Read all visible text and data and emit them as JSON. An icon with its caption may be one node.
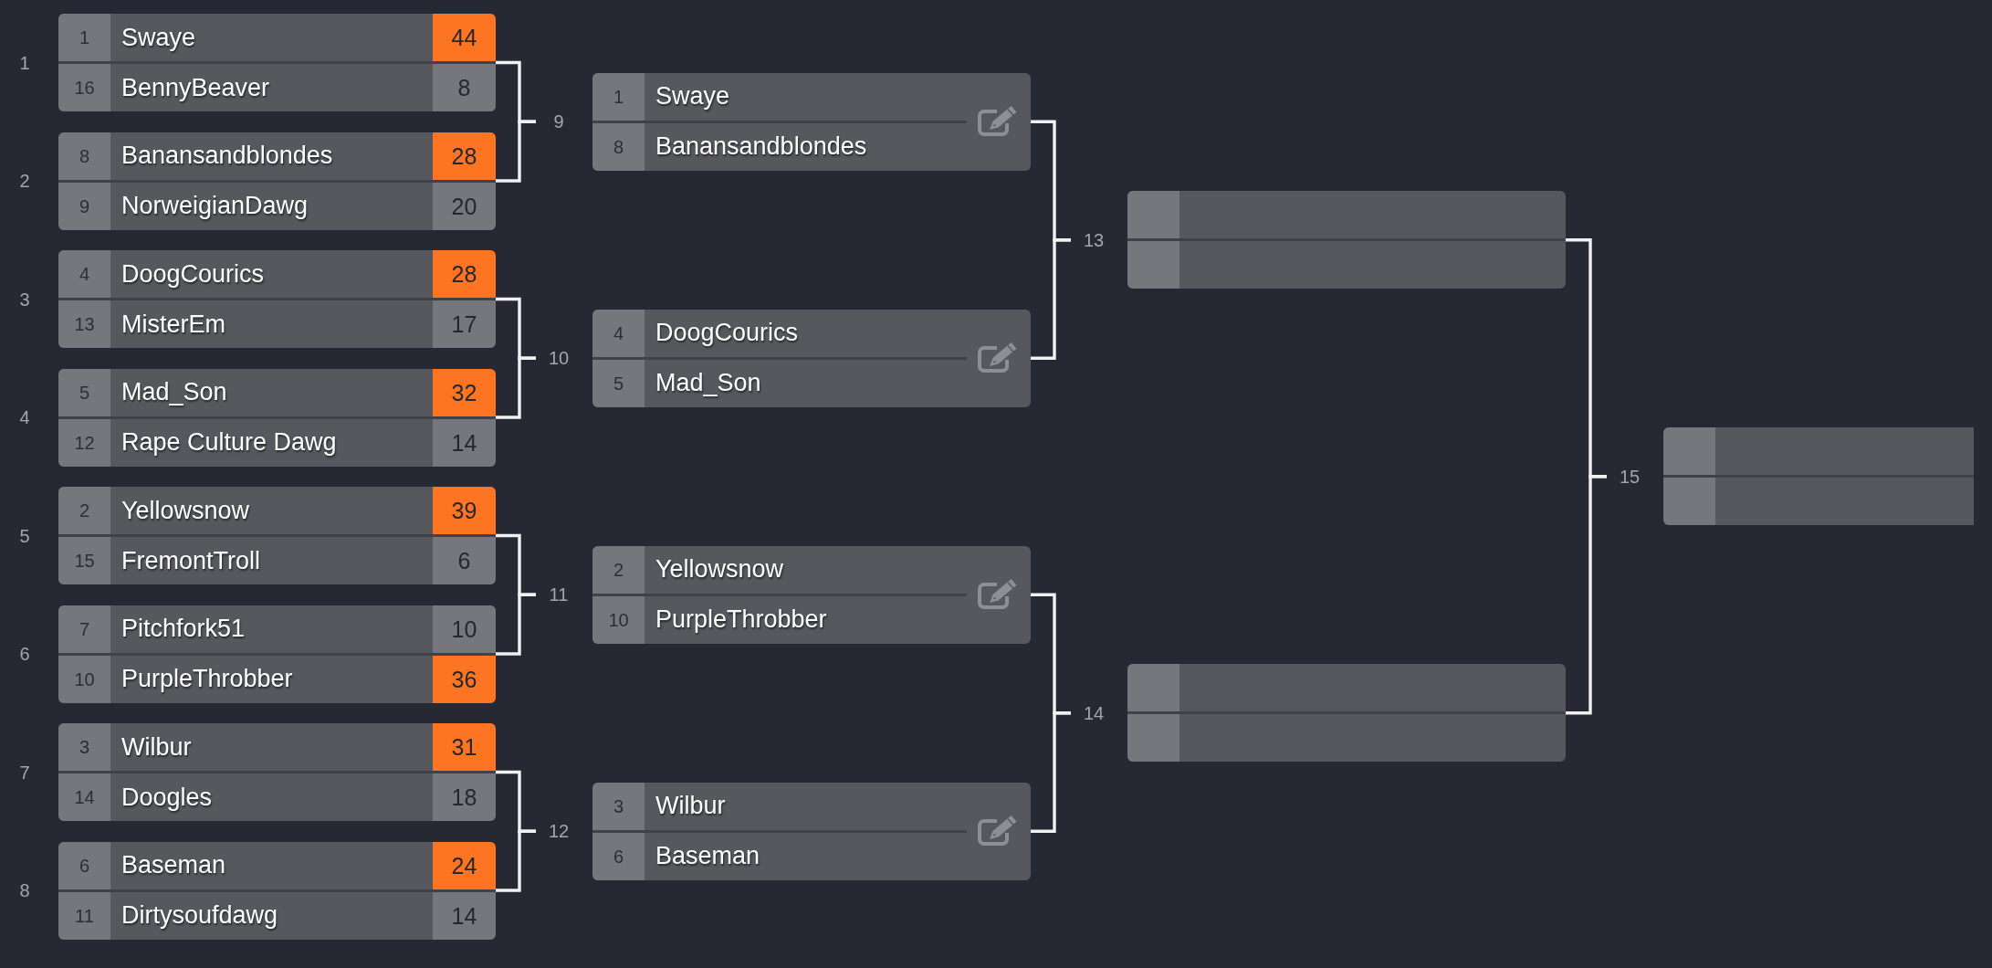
{
  "diagram": {
    "nodes": [
      {
        "text": [
          "1",
          "Swaye",
          "44",
          "16",
          "BennyBeaver",
          "8"
        ],
        "beside": [
          "1"
        ]
      },
      {
        "text": [
          "8",
          "Banansandblondes",
          "28",
          "9",
          "NorweigianDawg",
          "20"
        ],
        "beside": [
          "2"
        ]
      },
      {
        "text": [
          "4",
          "DoogCourics",
          "28",
          "13",
          "MisterEm",
          "17"
        ],
        "beside": [
          "3"
        ]
      },
      {
        "text": [
          "5",
          "Mad_Son",
          "32",
          "12",
          "Rape Culture Dawg",
          "14"
        ],
        "beside": [
          "4"
        ]
      },
      {
        "text": [
          "2",
          "Yellowsnow",
          "39",
          "15",
          "FremontTroll",
          "6"
        ],
        "beside": [
          "5"
        ]
      },
      {
        "text": [
          "7",
          "Pitchfork51",
          "10",
          "10",
          "PurpleThrobber",
          "36"
        ],
        "beside": [
          "6"
        ]
      },
      {
        "text": [
          "3",
          "Wilbur",
          "31",
          "14",
          "Doogles",
          "18"
        ],
        "beside": [
          "7"
        ]
      },
      {
        "text": [
          "6",
          "Baseman",
          "24",
          "11",
          "Dirtysoufdawg",
          "14"
        ],
        "beside": [
          "8"
        ]
      },
      {
        "text": [
          "1",
          "Swaye",
          "8",
          "Banansandblondes"
        ],
        "beside": [
          "9"
        ]
      },
      {
        "text": [
          "4",
          "DoogCourics",
          "5",
          "Mad_Son"
        ],
        "beside": [
          "10"
        ]
      },
      {
        "text": [
          "2",
          "Yellowsnow",
          "10",
          "PurpleThrobber"
        ],
        "beside": [
          "11"
        ]
      },
      {
        "text": [
          "3",
          "Wilbur",
          "6",
          "Baseman"
        ],
        "beside": [
          "12"
        ]
      },
      {
        "text": [],
        "shape": "box",
        "beside": [
          "13"
        ]
      },
      {
        "text": [],
        "shape": "box",
        "beside": [
          "14"
        ]
      },
      {
        "text": [],
        "shape": "box",
        "beside": [
          "15"
        ]
      }
    ],
    "edges": [
      {
        "from": 0,
        "to": 8,
        "arrow": "none"
      },
      {
        "from": 1,
        "to": 8,
        "arrow": "none"
      },
      {
        "from": 2,
        "to": 9,
        "arrow": "none"
      },
      {
        "from": 3,
        "to": 9,
        "arrow": "none"
      },
      {
        "from": 4,
        "to": 10,
        "arrow": "none"
      },
      {
        "from": 5,
        "to": 10,
        "arrow": "none"
      },
      {
        "from": 6,
        "to": 11,
        "arrow": "none"
      },
      {
        "from": 7,
        "to": 11,
        "arrow": "none"
      },
      {
        "from": 8,
        "to": 12,
        "arrow": "none"
      },
      {
        "from": 9,
        "to": 12,
        "arrow": "none"
      },
      {
        "from": 10,
        "to": 13,
        "arrow": "none"
      },
      {
        "from": 11,
        "to": 13,
        "arrow": "none"
      },
      {
        "from": 12,
        "to": 14,
        "arrow": "none"
      },
      {
        "from": 13,
        "to": 14,
        "arrow": "none"
      }
    ]
  }
}
